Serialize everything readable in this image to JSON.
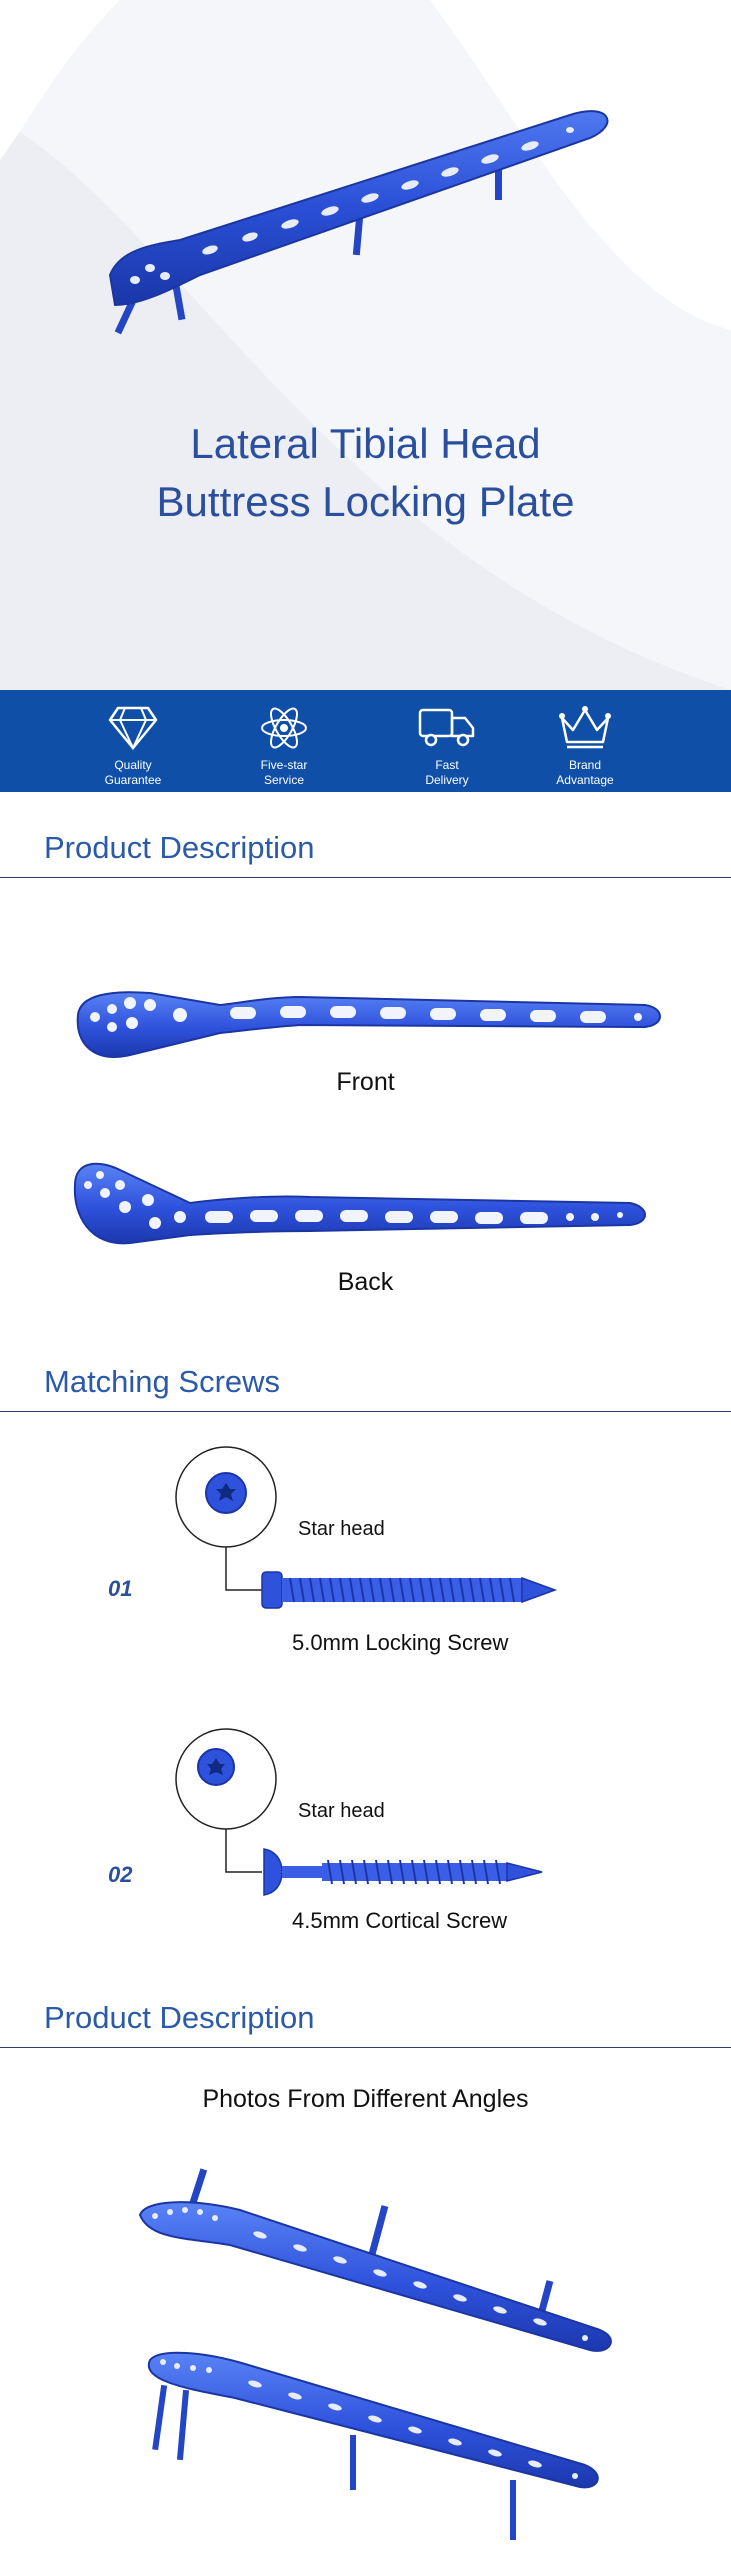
{
  "hero": {
    "title_line1": "Lateral Tibial Head",
    "title_line2": "Buttress Locking Plate"
  },
  "features": [
    {
      "icon": "diamond-icon",
      "line1": "Quality",
      "line2": "Guarantee"
    },
    {
      "icon": "atom-icon",
      "line1": "Five-star",
      "line2": "Service"
    },
    {
      "icon": "truck-icon",
      "line1": "Fast",
      "line2": "Delivery"
    },
    {
      "icon": "crown-icon",
      "line1": "Brand",
      "line2": "Advantage"
    }
  ],
  "sections": {
    "description1": "Product Description",
    "screws": "Matching Screws",
    "description2": "Product Description"
  },
  "views": {
    "front": "Front",
    "back": "Back"
  },
  "screws": [
    {
      "num": "01",
      "head_label": "Star head",
      "name": "5.0mm Locking Screw"
    },
    {
      "num": "02",
      "head_label": "Star head",
      "name": "4.5mm Cortical Screw"
    }
  ],
  "angles_caption": "Photos From Different Angles",
  "colors": {
    "brand_blue": "#0f4fa8",
    "plate_blue": "#2f55d8",
    "heading_blue": "#2a5aa8"
  }
}
